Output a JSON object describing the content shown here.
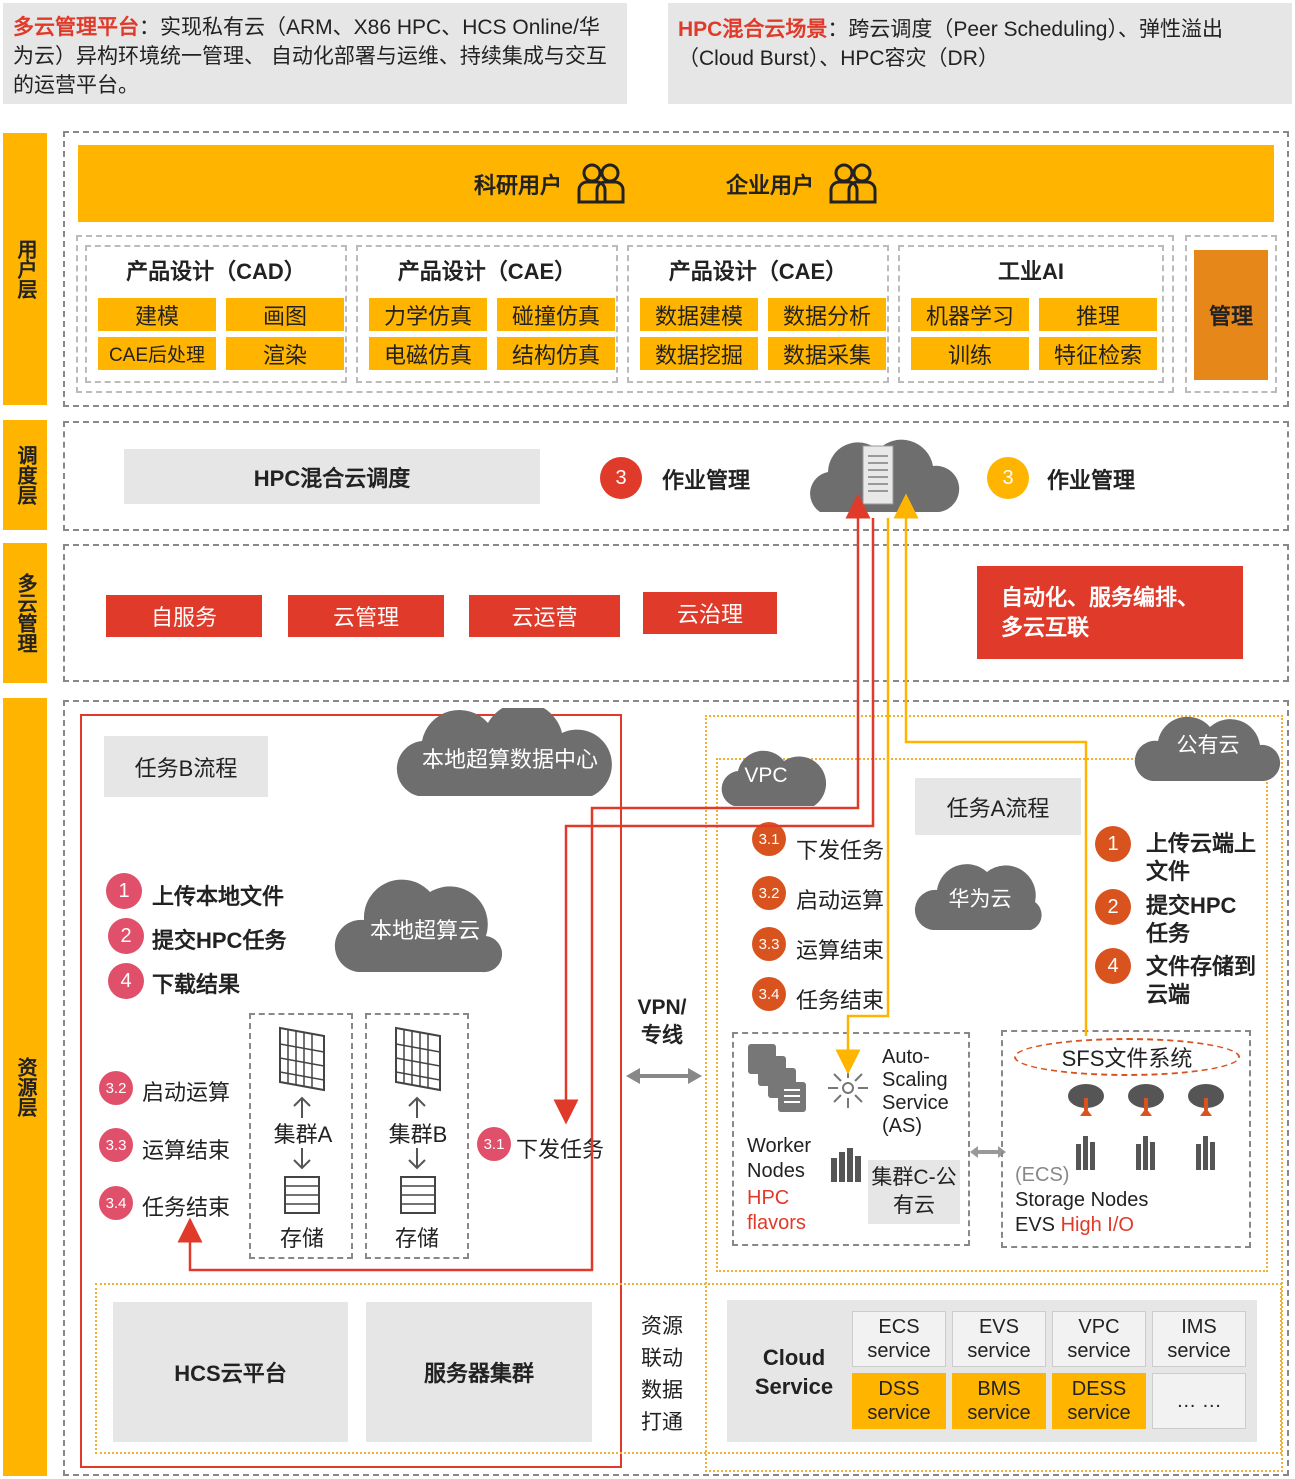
{
  "top": {
    "left_title": "多云管理平台",
    "left_text": "：实现私有云（ARM、X86 HPC、HCS Online/华为云）异构环境统一管理、 自动化部署与运维、持续集成与交互的运营平台。",
    "right_title": "HPC混合云场景",
    "right_text": "：跨云调度（Peer Scheduling）、弹性溢出（Cloud Burst）、HPC容灾（DR）"
  },
  "layers": {
    "user": "用户层",
    "schedule": "调度层",
    "multicloud": "多云管理",
    "resource": "资源层"
  },
  "users": {
    "research": "科研用户",
    "enterprise": "企业用户"
  },
  "groups": [
    {
      "title": "产品设计（CAD）",
      "cells": [
        "建模",
        "画图",
        "CAE后处理",
        "渲染"
      ]
    },
    {
      "title": "产品设计（CAE）",
      "cells": [
        "力学仿真",
        "碰撞仿真",
        "电磁仿真",
        "结构仿真"
      ]
    },
    {
      "title": "产品设计（CAE）",
      "cells": [
        "数据建模",
        "数据分析",
        "数据挖掘",
        "数据采集"
      ]
    },
    {
      "title": "工业AI",
      "cells": [
        "机器学习",
        "推理",
        "训练",
        "特征检索"
      ]
    }
  ],
  "manage": "管理",
  "schedule": {
    "hpc": "HPC混合云调度",
    "job_num_left": "3",
    "job_left": "作业管理",
    "job_num_right": "3",
    "job_right": "作业管理"
  },
  "multicloud": {
    "buttons": [
      "自服务",
      "云管理",
      "云运营",
      "云治理"
    ],
    "auto": "自动化、服务编排、多云互联"
  },
  "resource": {
    "local_dc": "本地超算数据中心",
    "taskB": "任务B流程",
    "local_steps": [
      {
        "num": "1",
        "label": "上传本地文件"
      },
      {
        "num": "2",
        "label": "提交HPC任务"
      },
      {
        "num": "4",
        "label": "下载结果"
      }
    ],
    "local_cloud": "本地超算云",
    "b_steps": [
      {
        "num": "3.2",
        "label": "启动运算"
      },
      {
        "num": "3.3",
        "label": "运算结束"
      },
      {
        "num": "3.4",
        "label": "任务结束"
      }
    ],
    "clusterA": "集群A",
    "clusterB": "集群B",
    "storage": "存储",
    "b_dispatch_num": "3.1",
    "b_dispatch": "下发任务",
    "vpn": "VPN/专线",
    "vpc": "VPC",
    "public_cloud": "公有云",
    "taskA": "任务A流程",
    "huawei_cloud": "华为云",
    "a_steps": [
      {
        "num": "3.1",
        "label": "下发任务"
      },
      {
        "num": "3.2",
        "label": "启动运算"
      },
      {
        "num": "3.3",
        "label": "运算结束"
      },
      {
        "num": "3.4",
        "label": "任务结束"
      }
    ],
    "right_steps": [
      {
        "num": "1",
        "label": "上传云端上文件"
      },
      {
        "num": "2",
        "label": "提交HPC任务"
      },
      {
        "num": "4",
        "label": "文件存储到云端"
      }
    ],
    "as_text": "Auto-Scaling Service (AS)",
    "worker": "Worker Nodes",
    "hpc_flavors": "HPC flavors",
    "clusterC": "集群C-公有云",
    "sfs": "SFS文件系统",
    "ecs": "(ECS)",
    "storage_nodes": "Storage  Nodes",
    "evs": "EVS ",
    "high_io": "High I/O",
    "hcs": "HCS云平台",
    "server_cluster": "服务器集群",
    "link": "资源联动数据打通",
    "cloud_service": "Cloud Service",
    "services": [
      {
        "name": "ECS",
        "sub": "service",
        "hl": false
      },
      {
        "name": "EVS",
        "sub": "service",
        "hl": false
      },
      {
        "name": "VPC",
        "sub": "service",
        "hl": false
      },
      {
        "name": "IMS",
        "sub": "service",
        "hl": false
      },
      {
        "name": "DSS",
        "sub": "service",
        "hl": true
      },
      {
        "name": "BMS",
        "sub": "service",
        "hl": true
      },
      {
        "name": "DESS",
        "sub": "service",
        "hl": true
      },
      {
        "name": "… …",
        "sub": "",
        "hl": false
      }
    ]
  },
  "colors": {
    "accent_yellow": "#ffb400",
    "accent_red": "#e03a2a",
    "grey": "#e6e6e6",
    "dark_cloud": "#6e6e6e"
  }
}
